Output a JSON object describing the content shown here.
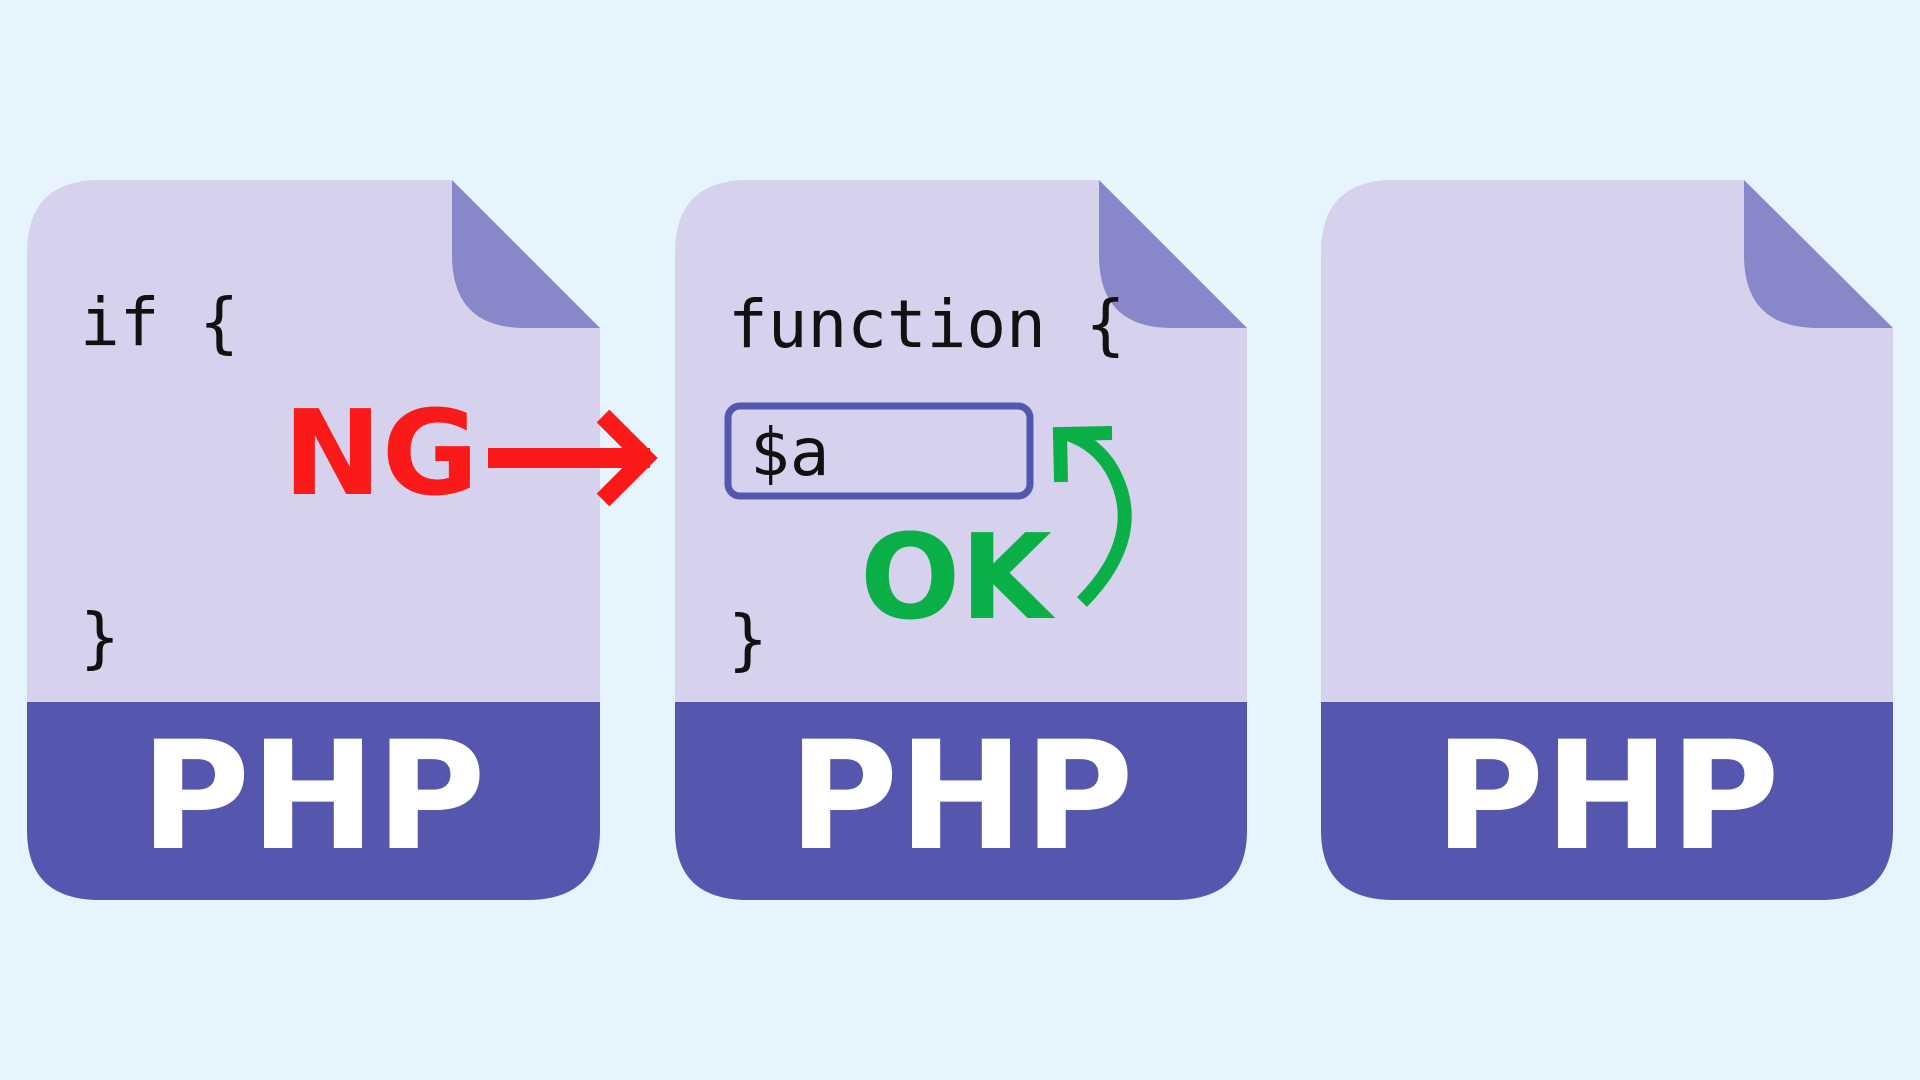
{
  "colors": {
    "background": "#e6f4fd",
    "file_body": "#d6d2ee",
    "file_fold": "#8787c9",
    "file_band": "#5457ad",
    "band_text": "#ffffff",
    "code_text": "#111111",
    "ng": "#fb1a1a",
    "ok": "#0aaf48",
    "var_box_stroke": "#5457ad"
  },
  "files": [
    {
      "label": "PHP",
      "code_open": "if {",
      "code_close": "}"
    },
    {
      "label": "PHP",
      "code_open": "function {",
      "code_close": "}",
      "variable": "$a"
    },
    {
      "label": "PHP"
    }
  ],
  "annotations": {
    "ng_label": "NG",
    "ok_label": "OK"
  },
  "icons": {
    "ng_arrow": "arrow-right-icon",
    "ok_arrow": "curved-arrow-up-icon",
    "file": "file-icon"
  }
}
